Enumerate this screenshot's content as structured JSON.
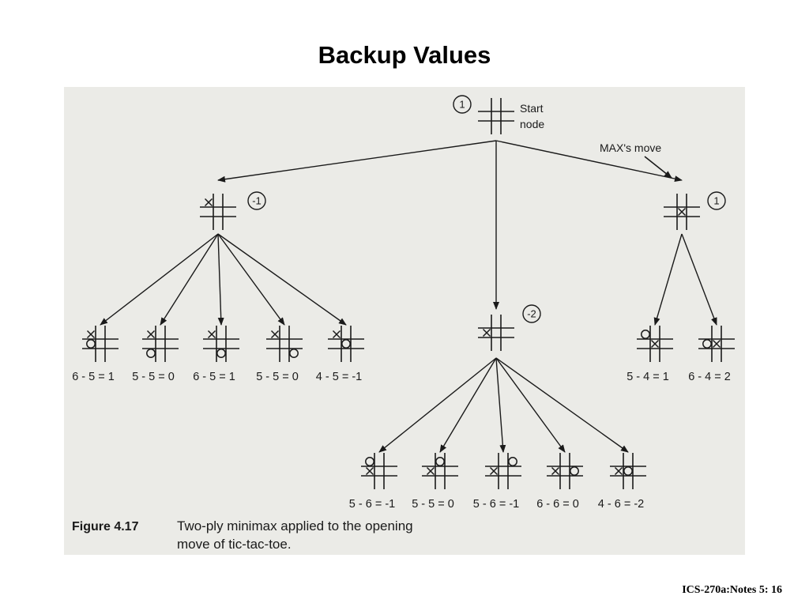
{
  "slide": {
    "title": "Backup Values",
    "footer": "ICS-270a:Notes 5: 16"
  },
  "figure": {
    "caption_label": "Figure 4.17",
    "caption_line1": "Two-ply minimax applied to the opening",
    "caption_line2": "move of tic-tac-toe.",
    "start_label_line1": "Start",
    "start_label_line2": "node",
    "max_move_label": "MAX's move"
  },
  "tree": {
    "root": {
      "value": "1",
      "board": [
        "",
        "",
        "",
        "",
        "",
        "",
        "",
        "",
        ""
      ]
    },
    "children": [
      {
        "value": "-1",
        "board": [
          "X",
          "",
          "",
          "",
          "",
          "",
          "",
          "",
          ""
        ],
        "leaves": [
          {
            "equation": "6 - 5 = 1",
            "board": [
              "X",
              "",
              "",
              "O",
              "",
              "",
              "",
              "",
              ""
            ]
          },
          {
            "equation": "5 - 5 = 0",
            "board": [
              "X",
              "",
              "",
              "",
              "",
              "",
              "O",
              "",
              ""
            ]
          },
          {
            "equation": "6 - 5 = 1",
            "board": [
              "X",
              "",
              "",
              "",
              "",
              "",
              "",
              "O",
              ""
            ]
          },
          {
            "equation": "5 - 5 = 0",
            "board": [
              "X",
              "",
              "",
              "",
              "",
              "",
              "",
              "",
              "O"
            ]
          },
          {
            "equation": "4 - 5 = -1",
            "board": [
              "X",
              "",
              "",
              "",
              "O",
              "",
              "",
              "",
              ""
            ]
          }
        ]
      },
      {
        "value": "-2",
        "board": [
          "",
          "",
          "",
          "X",
          "",
          "",
          "",
          "",
          ""
        ],
        "leaves": [
          {
            "equation": "5 - 6 = -1",
            "board": [
              "O",
              "",
              "",
              "X",
              "",
              "",
              "",
              "",
              ""
            ]
          },
          {
            "equation": "5 - 5 = 0",
            "board": [
              "",
              "O",
              "",
              "X",
              "",
              "",
              "",
              "",
              ""
            ]
          },
          {
            "equation": "5 - 6 = -1",
            "board": [
              "",
              "",
              "O",
              "X",
              "",
              "",
              "",
              "",
              ""
            ]
          },
          {
            "equation": "6 - 6 = 0",
            "board": [
              "",
              "",
              "",
              "X",
              "",
              "O",
              "",
              "",
              ""
            ]
          },
          {
            "equation": "4 - 6 = -2",
            "board": [
              "",
              "",
              "",
              "X",
              "O",
              "",
              "",
              "",
              ""
            ]
          }
        ]
      },
      {
        "value": "1",
        "board": [
          "",
          "",
          "",
          "",
          "X",
          "",
          "",
          "",
          ""
        ],
        "leaves": [
          {
            "equation": "5 - 4 = 1",
            "board": [
              "O",
              "",
              "",
              "",
              "X",
              "",
              "",
              "",
              ""
            ]
          },
          {
            "equation": "6 - 4 = 2",
            "board": [
              "",
              "",
              "",
              "O",
              "X",
              "",
              "",
              "",
              ""
            ]
          }
        ]
      }
    ]
  }
}
